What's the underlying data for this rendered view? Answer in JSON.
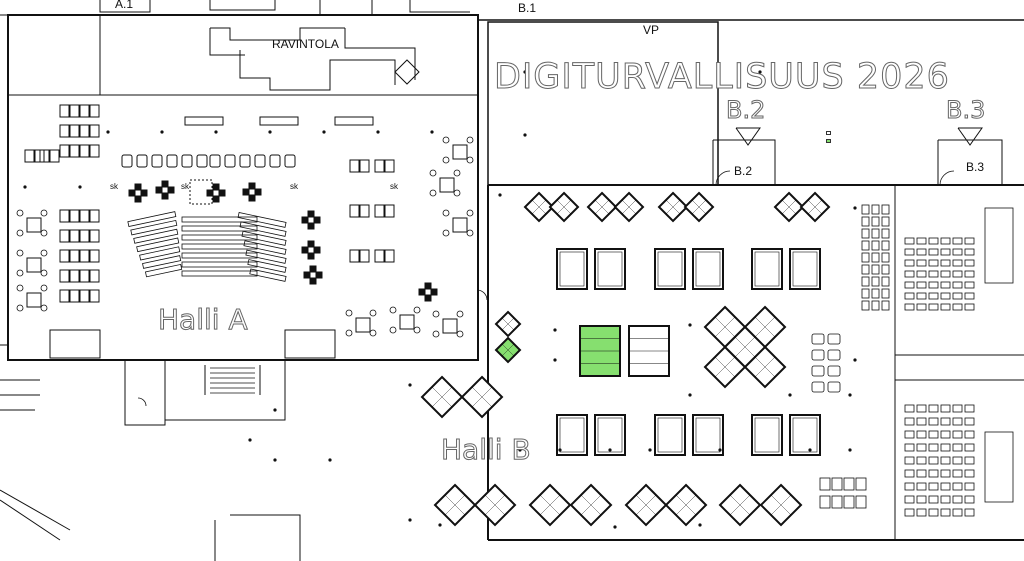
{
  "labels": {
    "a1": "A.1",
    "b1": "B.1",
    "ravintola": "RAVINTOLA",
    "vp": "VP",
    "event_title": "DIGITURVALLISUUS 2026",
    "b2_big": "B.2",
    "b3_big": "B.3",
    "b2_small": "B.2",
    "b3_small": "B.3",
    "halli_a": "Halli A",
    "halli_b": "Halli B",
    "sk": "sk"
  },
  "legend": [
    {
      "label": "",
      "color": "#ffffff"
    },
    {
      "label": "",
      "color": "#86df6f"
    }
  ],
  "colors": {
    "reserved": "#86df6f",
    "line": "#111111",
    "outline_text": "#666666"
  },
  "icons": [
    "arrow-down-icon",
    "door-swing-icon",
    "stairs-icon",
    "chair-icon",
    "table-icon"
  ]
}
